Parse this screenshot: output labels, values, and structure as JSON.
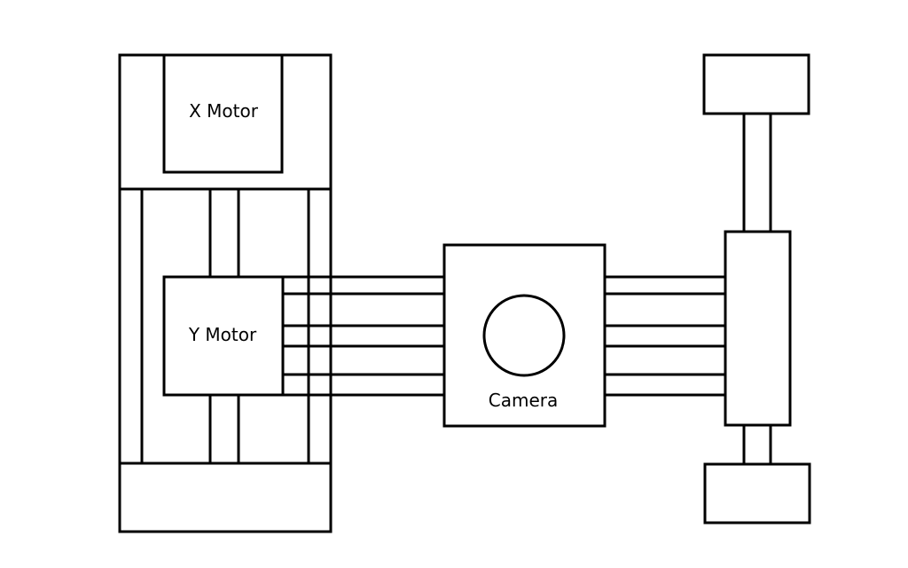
{
  "labels": {
    "x_motor": "X Motor",
    "y_motor": "Y Motor",
    "camera": "Camera"
  },
  "colors": {
    "stroke": "#000000",
    "fill": "#ffffff",
    "background": "#ffffff"
  }
}
